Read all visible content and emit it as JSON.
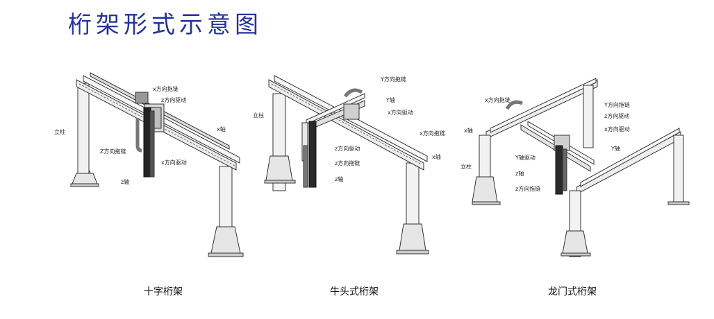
{
  "page": {
    "title": "桁架形式示意图"
  },
  "diagrams": [
    {
      "caption": "十字桁架",
      "labels": {
        "x_drag_chain": "x方向拖链",
        "z_drive": "z方向驱动",
        "column": "立柱",
        "x_axis": "x轴",
        "z_drag_chain": "Z方向拖链",
        "x_drive": "x方向驱动",
        "z_axis": "z轴"
      }
    },
    {
      "caption": "牛头式桁架",
      "labels": {
        "y_drag_chain": "Y方向拖链",
        "y_axis": "Y轴",
        "column": "立柱",
        "x_drive": "x方向驱动",
        "x_drag_chain": "x方向拖链",
        "z_drive": "z方向驱动",
        "x_axis": "x轴",
        "z_drag_chain": "z方向拖链",
        "z_axis": "z轴"
      }
    },
    {
      "caption": "龙门式桁架",
      "labels": {
        "x_drag_chain": "x方向拖链",
        "y_drag_chain": "Y方向拖链",
        "z_drive": "z方向驱动",
        "x_axis": "x轴",
        "x_drive": "x方向驱动",
        "column": "立柱",
        "y_axis": "Y轴",
        "y_drive": "Y轴驱动",
        "z_axis": "z轴",
        "z_drag_chain": "z方向拖链"
      }
    }
  ]
}
